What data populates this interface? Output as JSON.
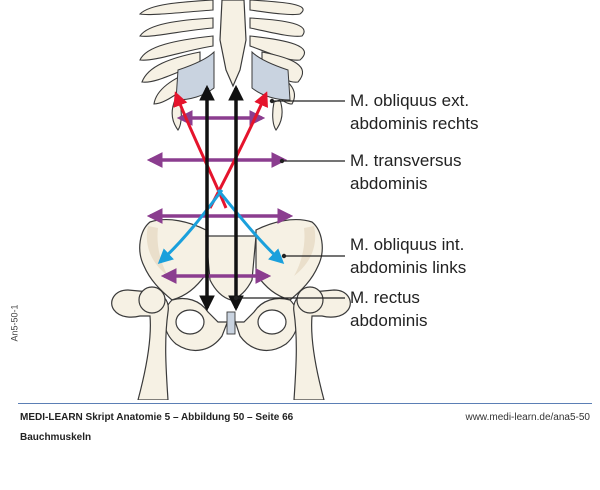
{
  "labels": [
    {
      "line1": "M. obliquus ext.",
      "line2": "abdominis rechts"
    },
    {
      "line1": "M. transversus",
      "line2": "abdominis"
    },
    {
      "line1": "M. obliquus int.",
      "line2": "abdominis links"
    },
    {
      "line1": "M. rectus",
      "line2": "abdominis"
    }
  ],
  "side_code": "An5-50-1",
  "caption": {
    "main": "MEDI-LEARN Skript Anatomie 5 – Abbildung 50 – Seite 66",
    "sub": "Bauchmuskeln",
    "url": "www.medi-learn.de/ana5-50"
  },
  "colors": {
    "obliquus_ext": "#e5142c",
    "obliquus_int": "#1aa0dc",
    "transversus": "#8b3d8f",
    "rectus": "#111111",
    "bone_fill": "#f6f1e4",
    "cartilage_fill": "#c9d3e0",
    "rule": "#5b7fb5"
  }
}
